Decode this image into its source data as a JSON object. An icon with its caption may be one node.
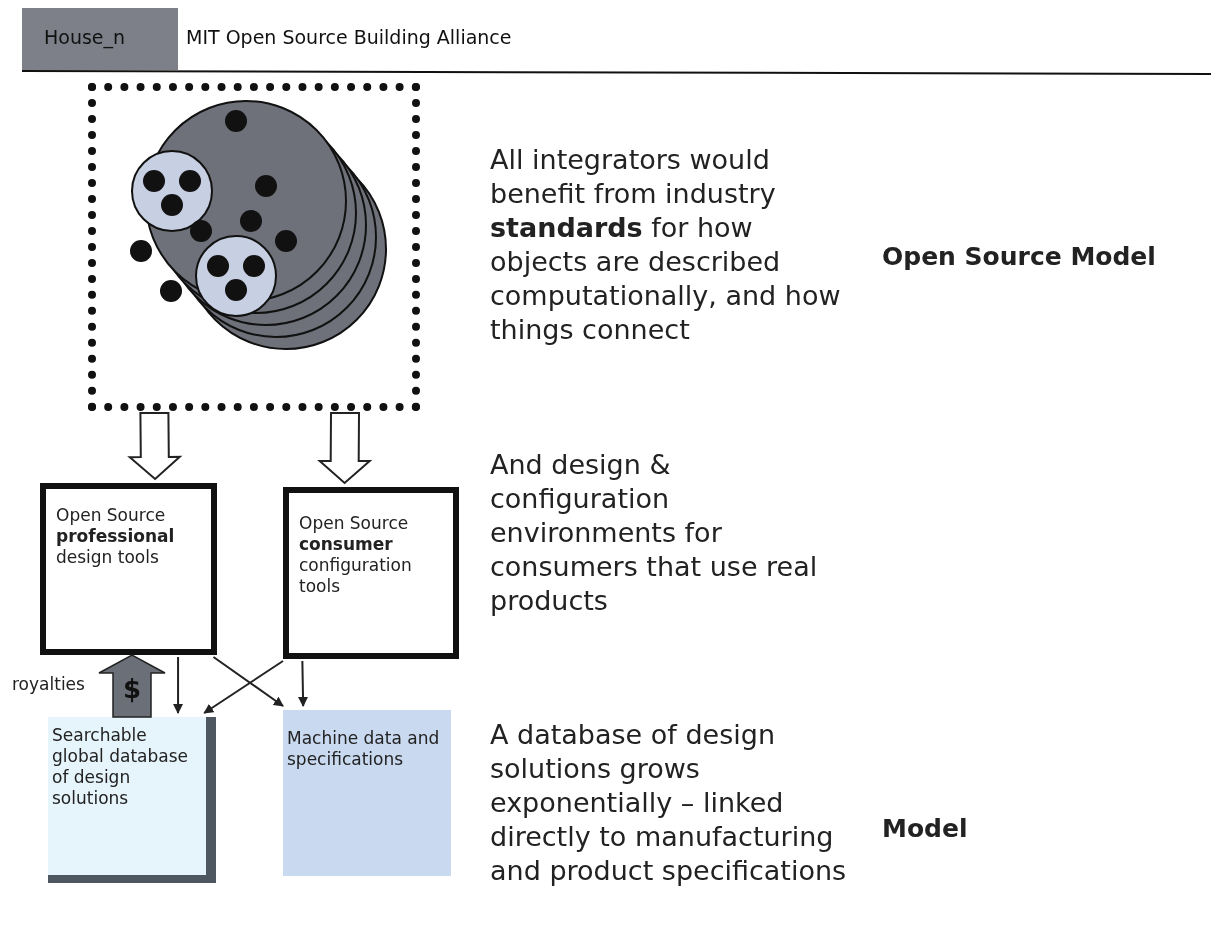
{
  "diagram": {
    "title": "MIT Open Source Building Alliance",
    "nodes": [
      {
        "text": [],
        "shape": "box"
      },
      {
        "text": [
          "Open Source **professional** design tools"
        ]
      },
      {
        "text": [
          "Open Source **consumer** configuration tools"
        ]
      },
      {
        "text": [
          "Searchable global database of design solutions"
        ]
      },
      {
        "text": [
          "Machine data and specifications"
        ]
      }
    ],
    "edges": [
      {
        "from": 0,
        "to": 1,
        "arrow": "to",
        "style": "thick"
      },
      {
        "from": 0,
        "to": 2,
        "arrow": "to",
        "style": "thick"
      },
      {
        "from": 1,
        "to": 3,
        "arrow": "to"
      },
      {
        "from": 1,
        "to": 4,
        "arrow": "to"
      },
      {
        "from": 2,
        "to": 3,
        "arrow": "to"
      },
      {
        "from": 2,
        "to": 4,
        "arrow": "to"
      },
      {
        "from": 3,
        "to": 1,
        "arrow": "to",
        "label": "royalties",
        "style": "thick",
        "color": "#6b6f78"
      }
    ],
    "labels": [
      "House_n",
      "$",
      "All integrators would benefit from industry **standards** for how objects are described computationally, and how things connect",
      "Open Source Model",
      "And design & configuration environments for consumers that use real products",
      "A database of design solutions grows exponentially – linked directly to manufacturing and product specifications",
      "Model"
    ]
  }
}
